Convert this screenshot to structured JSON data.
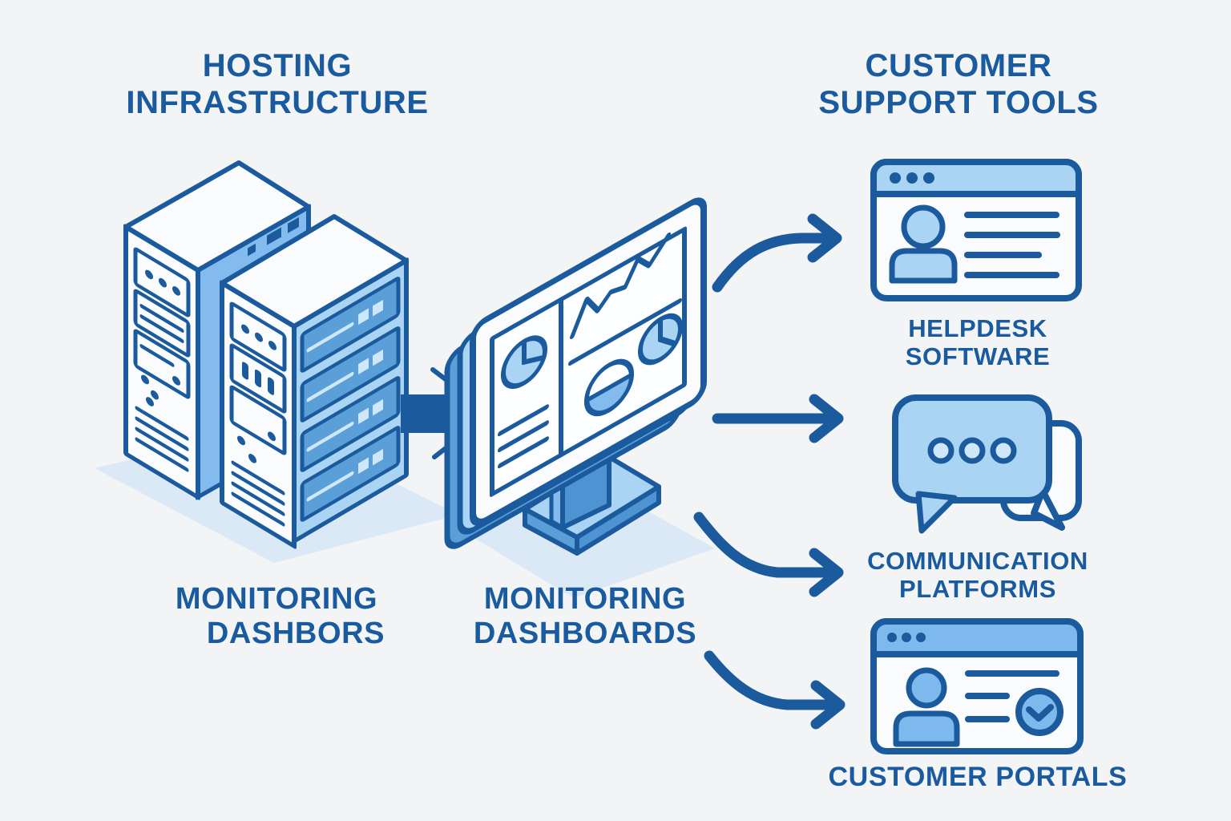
{
  "titles": {
    "left": {
      "line1": "HOSTING",
      "line2": "INFRASTRUCTURE"
    },
    "right": {
      "line1": "CUSTOMER",
      "line2": "SUPPORT TOOLS"
    }
  },
  "labels": {
    "servers": {
      "line1": "MONITORING",
      "line2": "DASHBORS"
    },
    "monitor": {
      "line1": "MONITORING",
      "line2": "DASHBOARDS"
    },
    "helpdesk": {
      "line1": "HELPDESK",
      "line2": "SOFTWARE"
    },
    "communication": {
      "line1": "COMMUNICATION",
      "line2": "PLATFORMS"
    },
    "portals": {
      "line1": "CUSTOMER PORTALS",
      "line2": ""
    }
  },
  "icons": {
    "servers": "server-towers-icon",
    "monitor": "monitoring-dashboard-monitor-icon",
    "helpdesk": "browser-window-user-icon",
    "communication": "chat-bubbles-icon",
    "portals": "browser-window-user-check-icon",
    "arrow": "arrow-right-icon"
  },
  "connections": [
    {
      "from": "monitoring-dashboards",
      "to": "helpdesk-software"
    },
    {
      "from": "monitoring-dashboards",
      "to": "communication-platforms"
    },
    {
      "from": "monitoring-dashboards",
      "to": "communication-platforms"
    },
    {
      "from": "monitoring-dashboards",
      "to": "customer-portals"
    },
    {
      "from": "hosting-infrastructure",
      "to": "monitoring-dashboards"
    }
  ],
  "colors": {
    "background": "#f2f4f6",
    "outline_dark_blue": "#1b5a9c",
    "light_blue": "#a9d4f4",
    "mid_blue": "#5b9fd8",
    "deep_mid_blue": "#4f94d2",
    "pale_shadow": "#dbe8f5",
    "text": "#1a5a9e"
  }
}
